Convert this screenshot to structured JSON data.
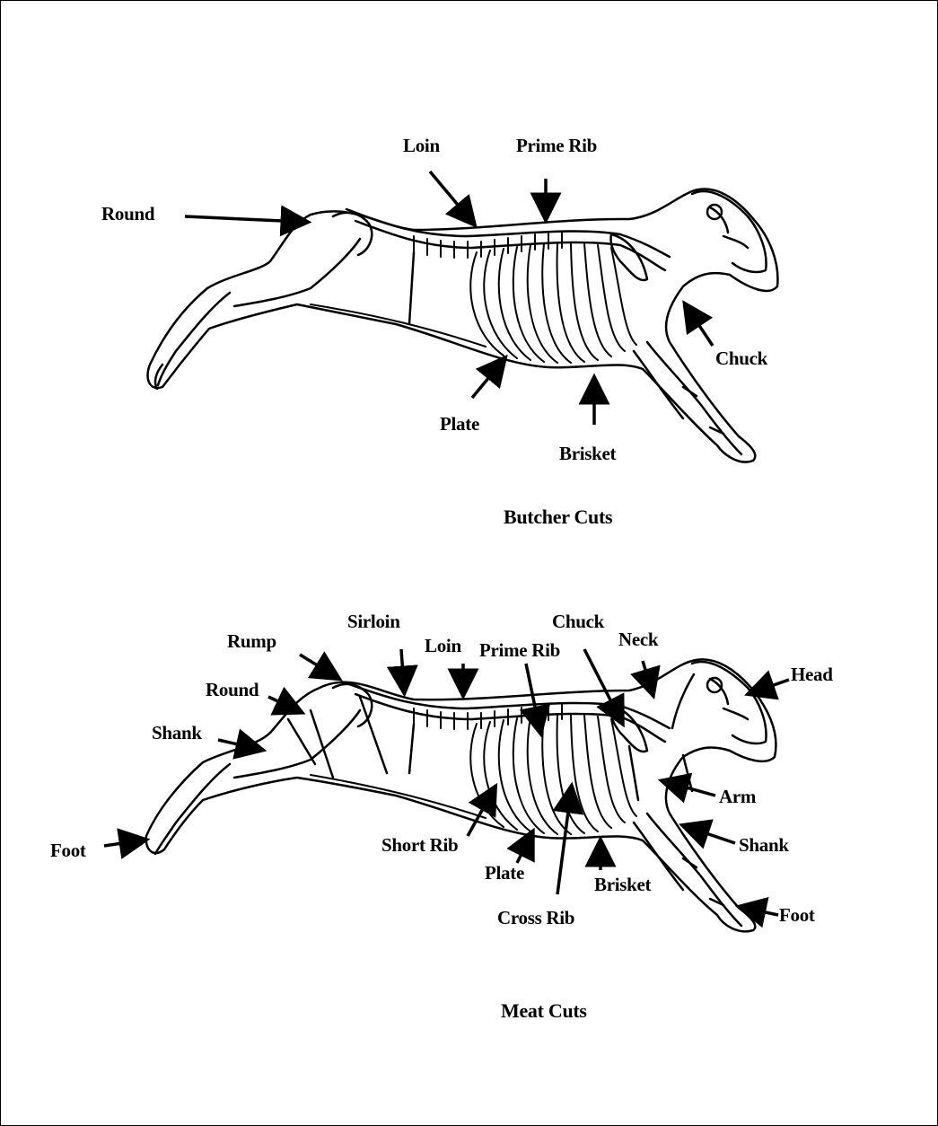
{
  "figures": [
    {
      "caption": "Butcher Cuts",
      "labels": [
        "Loin",
        "Prime Rib",
        "Round",
        "Chuck",
        "Plate",
        "Brisket"
      ]
    },
    {
      "caption": "Meat Cuts",
      "labels": [
        "Sirloin",
        "Chuck",
        "Rump",
        "Loin",
        "Prime Rib",
        "Neck",
        "Head",
        "Round",
        "Shank",
        "Arm",
        "Foot",
        "Short Rib",
        "Shank",
        "Plate",
        "Brisket",
        "Foot",
        "Cross Rib"
      ]
    }
  ],
  "colors": {
    "ink": "#000000",
    "paper": "#ffffff"
  }
}
